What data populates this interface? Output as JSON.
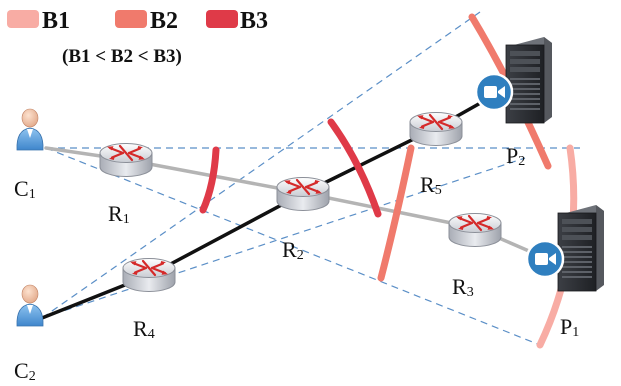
{
  "legend": {
    "items": [
      {
        "label": "B1",
        "color": "#f8aca4"
      },
      {
        "label": "B2",
        "color": "#f07a6c"
      },
      {
        "label": "B3",
        "color": "#df3a48"
      }
    ],
    "relation": "(B1 < B2 < B3)"
  },
  "nodes": {
    "c1": {
      "letter": "C",
      "sub": "1"
    },
    "c2": {
      "letter": "C",
      "sub": "2"
    },
    "r1": {
      "letter": "R",
      "sub": "1"
    },
    "r2": {
      "letter": "R",
      "sub": "2"
    },
    "r3": {
      "letter": "R",
      "sub": "3"
    },
    "r4": {
      "letter": "R",
      "sub": "4"
    },
    "r5": {
      "letter": "R",
      "sub": "5"
    },
    "p1": {
      "letter": "P",
      "sub": "1"
    },
    "p2": {
      "letter": "P",
      "sub": "2"
    }
  },
  "colors": {
    "link_gray": "#b4b4b4",
    "link_black": "#111111",
    "dashed": "#5b8fc7",
    "camera": "#2f7fbf"
  }
}
